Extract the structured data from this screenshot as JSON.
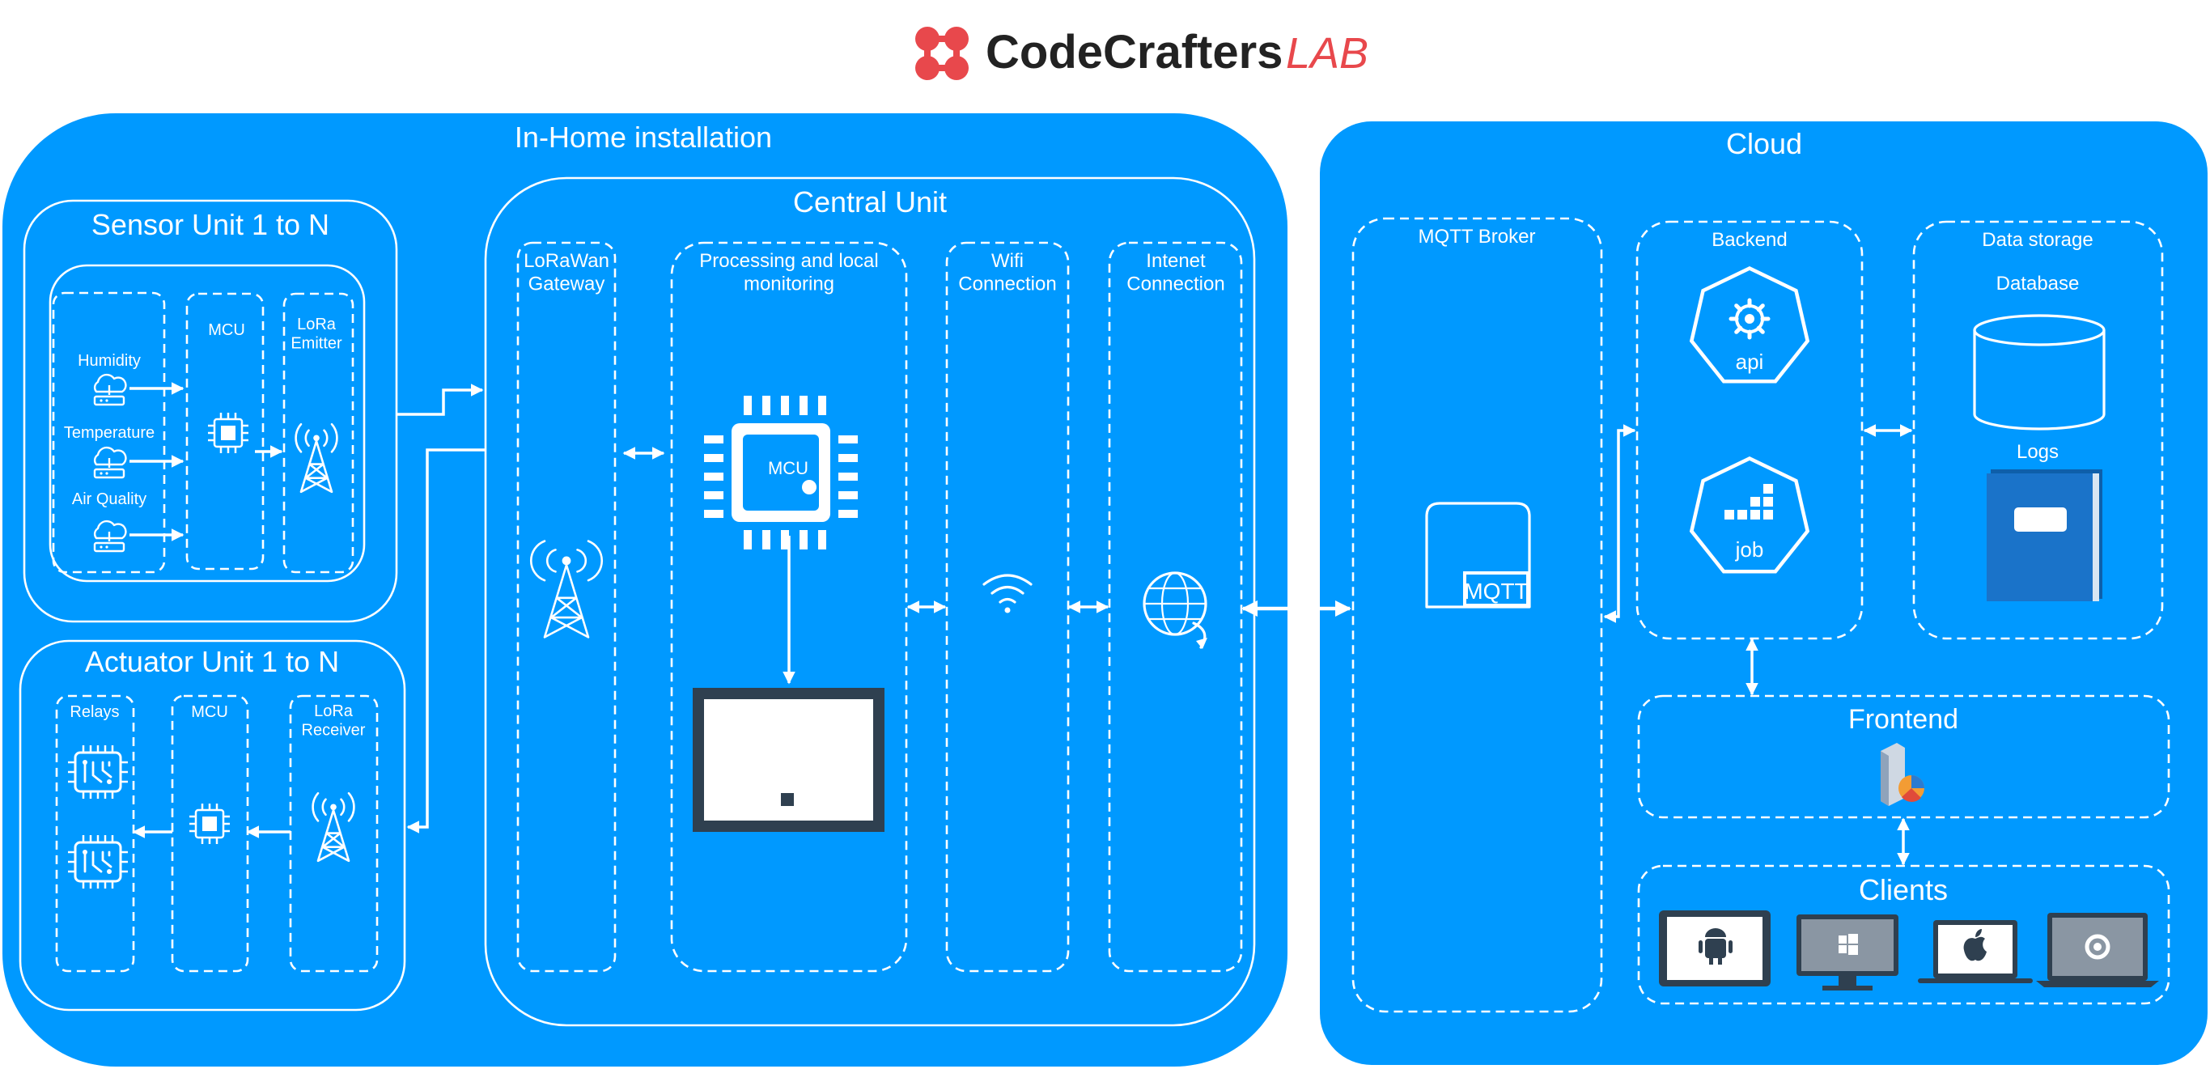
{
  "logo": {
    "name": "CodeCrafters",
    "suffix": "LAB"
  },
  "colors": {
    "panel": "#0099ff",
    "stroke": "#ffffff",
    "logo_text": "#222222",
    "logo_accent": "#e8484c",
    "screen_frame": "#2f4050",
    "book": "#1a73c9"
  },
  "in_home": {
    "title": "In-Home installation",
    "sensor_unit": {
      "title": "Sensor Unit 1 to N",
      "sensors": [
        "Humidity",
        "Temperature",
        "Air Quality"
      ],
      "mcu": "MCU",
      "emitter": "LoRa\nEmitter"
    },
    "actuator_unit": {
      "title": "Actuator Unit 1 to N",
      "relays": "Relays",
      "mcu": "MCU",
      "receiver": "LoRa\nReceiver"
    },
    "central_unit": {
      "title": "Central Unit",
      "gateway": "LoRaWan\nGateway",
      "processing": "Processing and local\nmonitoring",
      "mcu_chip": "MCU",
      "wifi": "Wifi\nConnection",
      "internet": "Intenet\nConnection"
    }
  },
  "cloud": {
    "title": "Cloud",
    "broker": {
      "title": "MQTT Broker",
      "icon_label": "MQTT"
    },
    "backend": {
      "title": "Backend",
      "api": "api",
      "job": "job"
    },
    "storage": {
      "title": "Data storage",
      "database": "Database",
      "logs": "Logs"
    },
    "frontend": {
      "title": "Frontend"
    },
    "clients": {
      "title": "Clients",
      "devices": [
        "android-tablet-icon",
        "windows-desktop-icon",
        "apple-laptop-icon",
        "chrome-laptop-icon"
      ]
    }
  }
}
